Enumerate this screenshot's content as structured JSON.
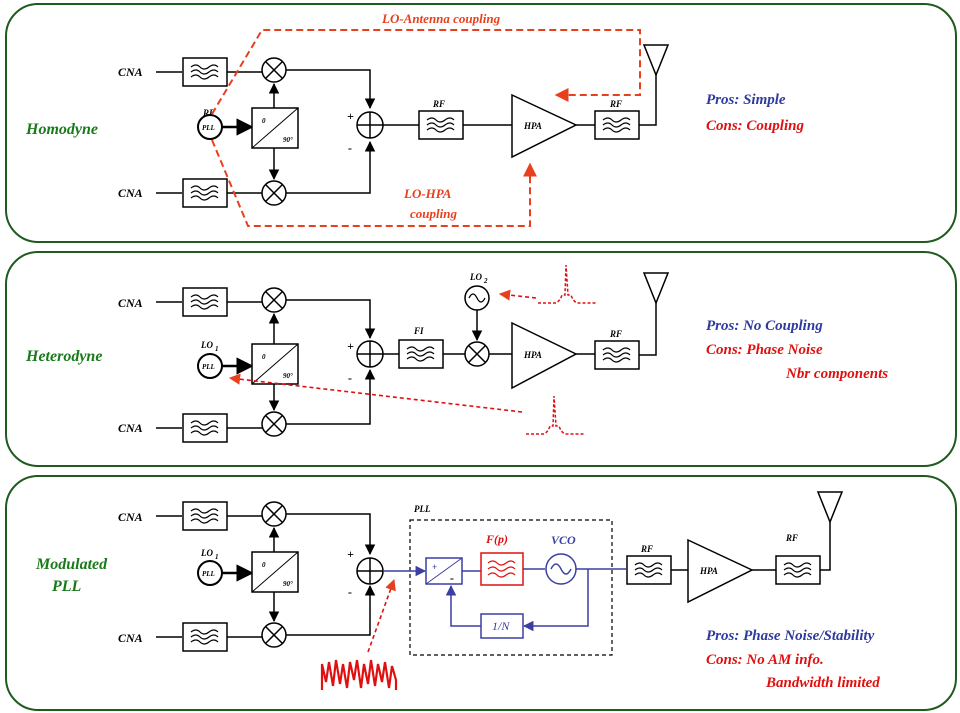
{
  "colors": {
    "panel_border": "#1f5a1f",
    "architecture": "#1a7a1a",
    "pros": "#2e3a9e",
    "cons": "#e01010",
    "coupling": "#e8401e",
    "pll_blue": "#3a3fa0",
    "filter_red": "#e01010"
  },
  "panels": [
    {
      "name": "Homodyne",
      "pros": "Pros: Simple",
      "cons": [
        "Cons: Coupling"
      ],
      "cna_top": "CNA",
      "cna_bottom": "CNA",
      "osc_label": "RF",
      "osc_inner": "PLL",
      "phase_0": "0",
      "phase_90": "90°",
      "plus": "+",
      "minus": "-",
      "filter_mid": "RF",
      "hpa": "HPA",
      "filter_out": "RF",
      "coupling_antenna": "LO-Antenna coupling",
      "coupling_hpa_line1": "LO-HPA",
      "coupling_hpa_line2": "coupling"
    },
    {
      "name": "Heterodyne",
      "pros": "Pros: No Coupling",
      "cons": [
        "Cons: Phase Noise",
        "Nbr components"
      ],
      "cna_top": "CNA",
      "cna_bottom": "CNA",
      "osc_label": "LO",
      "osc_sub": "1",
      "osc_inner": "PLL",
      "phase_0": "0",
      "phase_90": "90°",
      "plus": "+",
      "minus": "-",
      "filter_mid": "FI",
      "lo2_label": "LO",
      "lo2_sub": "2",
      "hpa": "HPA",
      "filter_out": "RF"
    },
    {
      "name_line1": "Modulated",
      "name_line2": "PLL",
      "pros": "Pros: Phase Noise/Stability",
      "cons": [
        "Cons: No AM info.",
        "Bandwidth limited"
      ],
      "cna_top": "CNA",
      "cna_bottom": "CNA",
      "osc_label": "LO",
      "osc_sub": "1",
      "osc_inner": "PLL",
      "phase_0": "0",
      "phase_90": "90°",
      "plus": "+",
      "minus": "-",
      "pll_box": "PLL",
      "pd_plus": "+",
      "pd_minus": "-",
      "loop_filter": "F(p)",
      "vco": "VCO",
      "divider": "1/N",
      "filter_1": "RF",
      "hpa": "HPA",
      "filter_2": "RF"
    }
  ]
}
